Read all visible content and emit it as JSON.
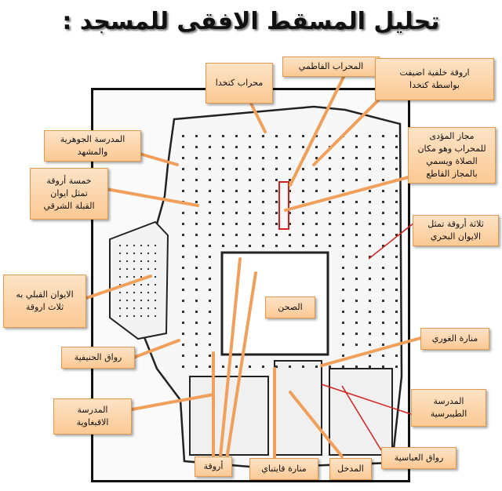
{
  "title": "تحليل المسقط الافقى للمسجد :",
  "labels": {
    "mihrab_katkhuda": "محراب كتخدا",
    "mihrab_fatimi": "المحراب الفاطمي",
    "back_arcade": "اروقة خلفية اضيفت\nبواسطة كتخدا",
    "jawhariya": "المدرسة الجوهرية\nوالمشهد",
    "five_arcades": "خمسة أروقة\nتمثل ايوان\nالقبلة الشرقي",
    "central_aisle": "مجاز المؤدى\nللمحراب وهو مكان\nالصلاة ويسمي\nبالمجاز القاطع",
    "three_arcades": "ثلاثة أروقة تمثل\nالايوان البحري",
    "qibli_iwan": "الايوان القبلي به\nثلاث اروقة",
    "sahn": "الصحن",
    "ghuri_minaret": "منارة الغوري",
    "hanafiya": "رواق الحنيفية",
    "taybarsiya": "المدرسة\nالطيبرسية",
    "aqbughawiya": "المدرسة\nالاقبغاوية",
    "abbasiya": "رواق العباسية",
    "arcades": "أروقة",
    "qaytbay_minaret": "منارة قايتباي",
    "entrance": "المدخل"
  },
  "colors": {
    "label_fill": "#fbc994",
    "arrow": "#f0a05a",
    "red_line": "#d42020"
  }
}
